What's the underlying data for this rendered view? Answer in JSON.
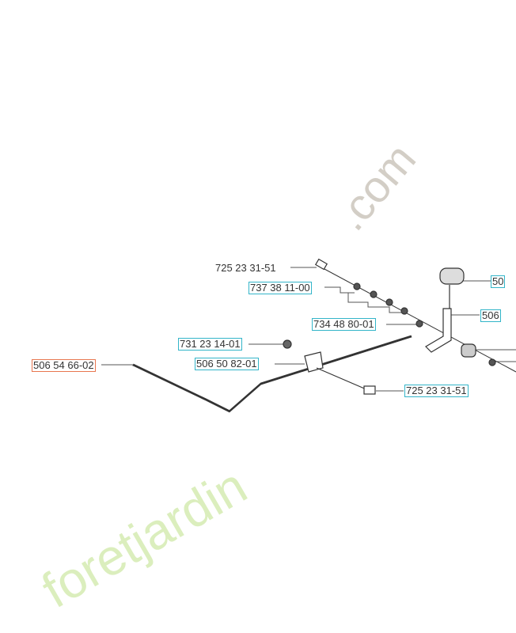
{
  "watermark": {
    "text": "foretjardin.com",
    "color_green": "#c8e6a0",
    "color_grey": "#c9c3b8",
    "color_orange": "#f6c48e"
  },
  "colors": {
    "highlight_box": "#33b5c9",
    "selected_box": "#e8764f",
    "line": "#555555"
  },
  "parts": [
    {
      "number": "725 23 31-51",
      "boxed": false
    },
    {
      "number": "737 38 11-00",
      "boxed": true
    },
    {
      "number": "734 48 80-01",
      "boxed": true
    },
    {
      "number": "731 23 14-01",
      "boxed": true
    },
    {
      "number": "506 50 82-01",
      "boxed": true
    },
    {
      "number": "506 54 66-02",
      "boxed": true,
      "selected": true
    },
    {
      "number": "725 23 31-51",
      "boxed": true
    },
    {
      "number": "50",
      "boxed": true
    },
    {
      "number": "506",
      "boxed": true
    }
  ]
}
